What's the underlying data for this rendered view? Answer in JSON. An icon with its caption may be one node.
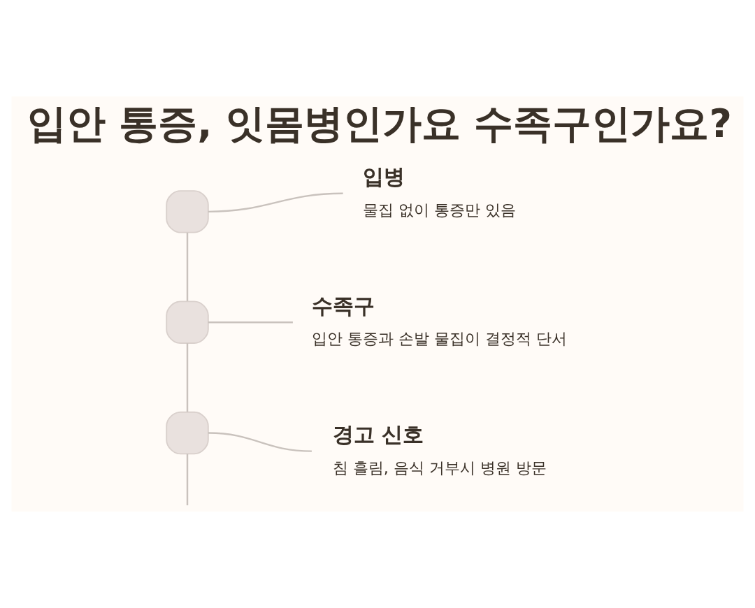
{
  "diagram": {
    "title": "입안 통증, 잇몸병인가요 수족구인가요?",
    "nodes": [
      {
        "text": [],
        "shape": "box"
      },
      {
        "text": [
          "입병",
          "물집 없이 통증만 있음"
        ]
      },
      {
        "text": [],
        "shape": "box"
      },
      {
        "text": [
          "수족구",
          "입안 통증과 손발 물집이 결정적 단서"
        ]
      },
      {
        "text": [],
        "shape": "box"
      },
      {
        "text": [
          "경고 신호",
          "침 흘림, 음식 거부시 병원 방문"
        ]
      }
    ],
    "edges": [
      {
        "from": 0,
        "to": 1,
        "arrow": "none"
      },
      {
        "from": 2,
        "to": 3,
        "arrow": "none"
      },
      {
        "from": 4,
        "to": 5,
        "arrow": "none"
      },
      {
        "from": 0,
        "to": 2,
        "arrow": "none"
      },
      {
        "from": 2,
        "to": 4,
        "arrow": "none"
      },
      {
        "from": 4,
        "to": null,
        "arrow": "none"
      }
    ]
  }
}
